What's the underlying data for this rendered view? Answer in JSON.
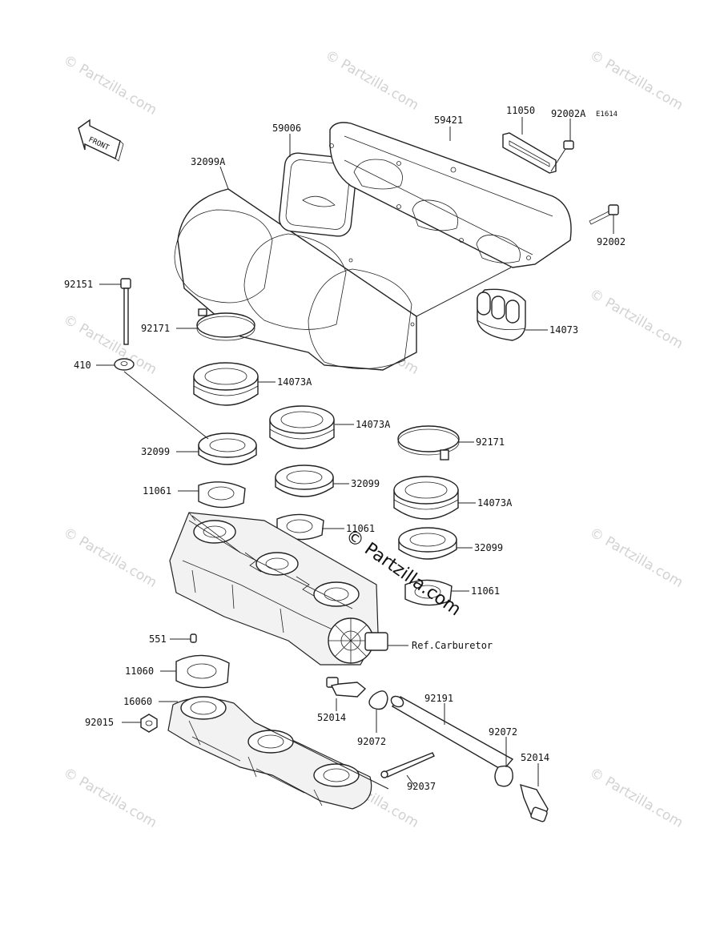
{
  "diagram_code": "E1614",
  "front_label": "FRONT",
  "center_watermark": "© Partzilla.com",
  "watermark": "© Partzilla.com",
  "parts": [
    {
      "id": "p59006",
      "label": "59006"
    },
    {
      "id": "p59421",
      "label": "59421"
    },
    {
      "id": "p11050",
      "label": "11050"
    },
    {
      "id": "p92002A",
      "label": "92002A"
    },
    {
      "id": "p32099A",
      "label": "32099A"
    },
    {
      "id": "p92002",
      "label": "92002"
    },
    {
      "id": "p92151",
      "label": "92151"
    },
    {
      "id": "p92171a",
      "label": "92171"
    },
    {
      "id": "p14073",
      "label": "14073"
    },
    {
      "id": "p410",
      "label": "410"
    },
    {
      "id": "p14073A1",
      "label": "14073A"
    },
    {
      "id": "p14073A2",
      "label": "14073A"
    },
    {
      "id": "p92171b",
      "label": "92171"
    },
    {
      "id": "p32099a",
      "label": "32099"
    },
    {
      "id": "p32099b",
      "label": "32099"
    },
    {
      "id": "p14073A3",
      "label": "14073A"
    },
    {
      "id": "p11061a",
      "label": "11061"
    },
    {
      "id": "p11061b",
      "label": "11061"
    },
    {
      "id": "p32099c",
      "label": "32099"
    },
    {
      "id": "p11061c",
      "label": "11061"
    },
    {
      "id": "pRefCarb",
      "label": "Ref.Carburetor"
    },
    {
      "id": "p551",
      "label": "551"
    },
    {
      "id": "p11060",
      "label": "11060"
    },
    {
      "id": "p16060",
      "label": "16060"
    },
    {
      "id": "p52014a",
      "label": "52014"
    },
    {
      "id": "p92191",
      "label": "92191"
    },
    {
      "id": "p92015",
      "label": "92015"
    },
    {
      "id": "p92072a",
      "label": "92072"
    },
    {
      "id": "p92072b",
      "label": "92072"
    },
    {
      "id": "p52014b",
      "label": "52014"
    },
    {
      "id": "p92037",
      "label": "92037"
    }
  ]
}
